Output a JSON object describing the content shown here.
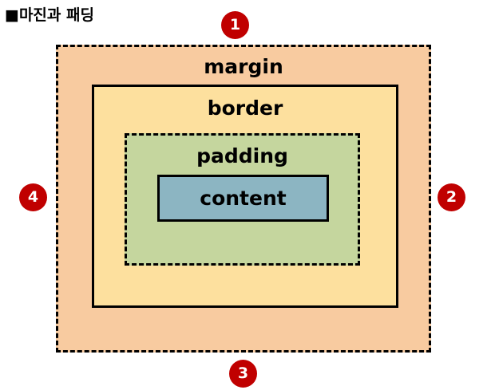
{
  "title": "■마진과 패딩",
  "layers": {
    "margin": {
      "label": "margin",
      "color": "#f8cba0"
    },
    "border": {
      "label": "border",
      "color": "#fde09e"
    },
    "padding": {
      "label": "padding",
      "color": "#c5d69e"
    },
    "content": {
      "label": "content",
      "color": "#8cb5c2"
    }
  },
  "badge_color": "#c00000",
  "badges": [
    "1",
    "2",
    "3",
    "4"
  ]
}
